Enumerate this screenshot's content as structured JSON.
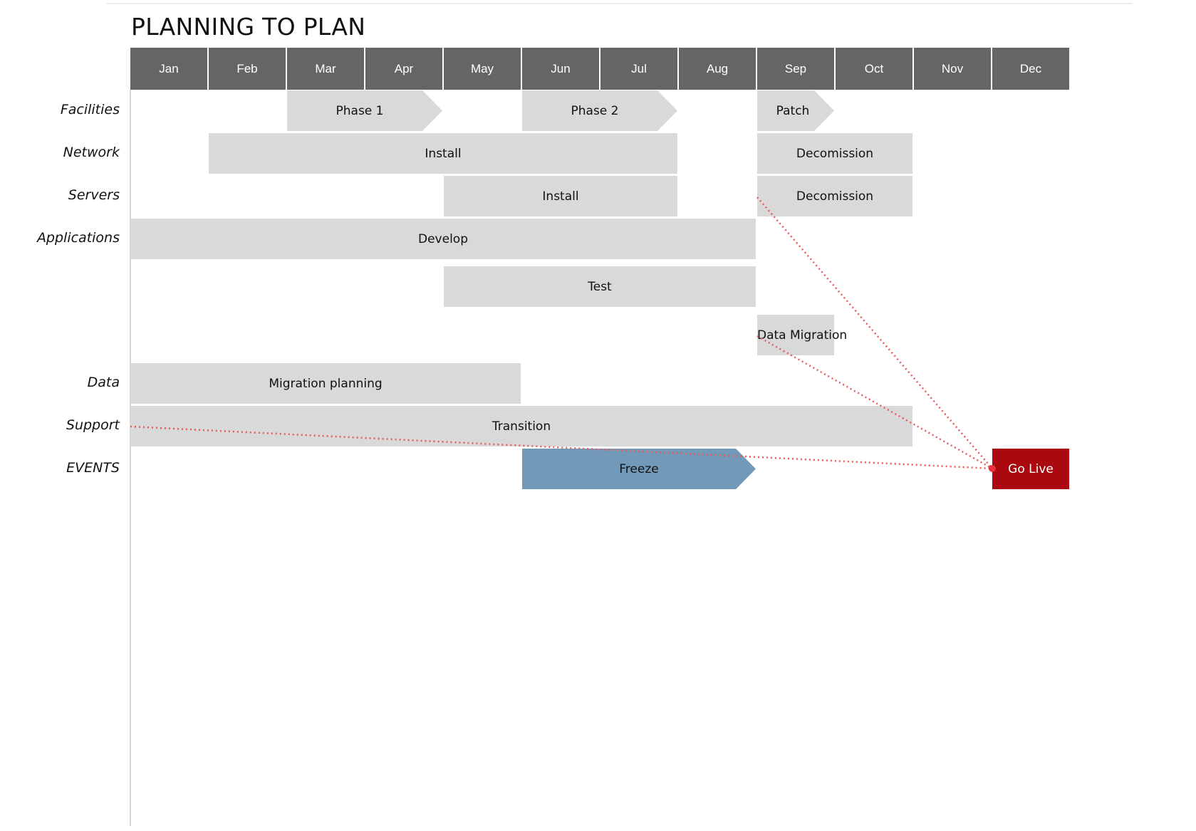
{
  "title": "PLANNING TO PLAN",
  "months": [
    "Jan",
    "Feb",
    "Mar",
    "Apr",
    "May",
    "Jun",
    "Jul",
    "Aug",
    "Sep",
    "Oct",
    "Nov",
    "Dec"
  ],
  "rows": {
    "facilities": "Facilities",
    "network": "Network",
    "servers": "Servers",
    "applications": "Applications",
    "data": "Data",
    "support": "Support",
    "events": "EVENTS"
  },
  "tasks": {
    "phase1": "Phase 1",
    "phase2": "Phase 2",
    "patch": "Patch",
    "network_install": "Install",
    "network_decom": "Decomission",
    "servers_install": "Install",
    "servers_decom": "Decomission",
    "develop": "Develop",
    "test": "Test",
    "data_migration": "Data Migration",
    "migration_planning": "Migration planning",
    "transition": "Transition",
    "freeze": "Freeze",
    "go_live": "Go Live"
  },
  "colors": {
    "header": "#656565",
    "task": "#d9d9d9",
    "freeze": "#7399b9",
    "go_live": "#a9090f",
    "link": "#e85a5a"
  }
}
